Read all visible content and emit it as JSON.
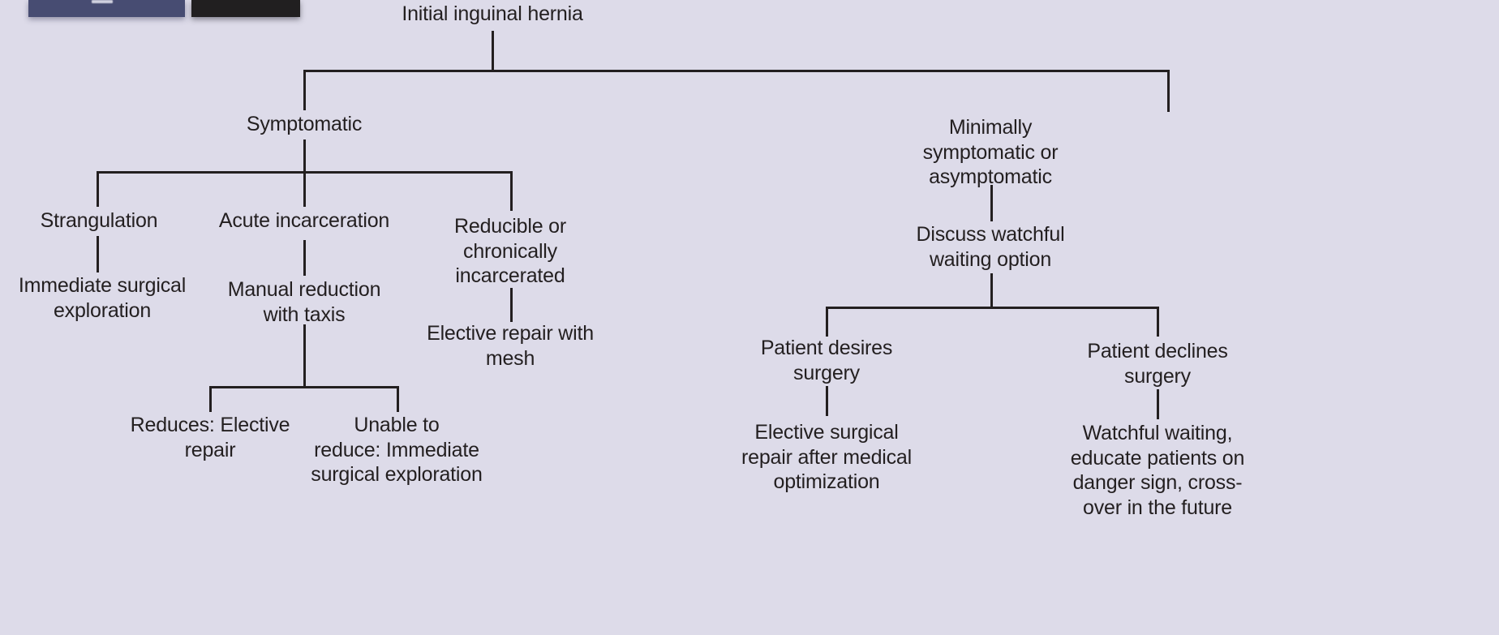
{
  "page": {
    "title": "Initial inguinal hernia management algorithm",
    "background_color": "#dddbe9",
    "line_color": "#231f20",
    "text_color": "#231f20"
  },
  "chrome": {
    "blue_bar": "",
    "dark_bar": "",
    "blue_color": "#474c72",
    "dark_color": "#211f20"
  },
  "chart_data": {
    "type": "diagram",
    "diagram_kind": "flowchart",
    "orientation": "top-down",
    "title": "Initial inguinal hernia",
    "nodes": [
      {
        "id": "root",
        "label": "Initial inguinal hernia"
      },
      {
        "id": "symptomatic",
        "label": "Symptomatic"
      },
      {
        "id": "minimal",
        "label": "Minimally\nsymptomatic or\nasymptomatic"
      },
      {
        "id": "strangulation",
        "label": "Strangulation"
      },
      {
        "id": "acute",
        "label": "Acute incarceration"
      },
      {
        "id": "reducible",
        "label": "Reducible or\nchronically\nincarcerated"
      },
      {
        "id": "immediate",
        "label": "Immediate surgical\nexploration"
      },
      {
        "id": "manual",
        "label": "Manual reduction\nwith taxis"
      },
      {
        "id": "elective_mesh",
        "label": "Elective repair with\nmesh"
      },
      {
        "id": "reduces",
        "label": "Reduces: Elective\nrepair"
      },
      {
        "id": "unable",
        "label": "Unable to\nreduce: Immediate\nsurgical exploration"
      },
      {
        "id": "discuss",
        "label": "Discuss watchful\nwaiting option"
      },
      {
        "id": "desires",
        "label": "Patient desires\nsurgery"
      },
      {
        "id": "declines",
        "label": "Patient declines\nsurgery"
      },
      {
        "id": "elective_opt",
        "label": "Elective surgical\nrepair after medical\noptimization"
      },
      {
        "id": "watchful",
        "label": "Watchful waiting,\neducate patients on\ndanger sign, cross-\nover in the future"
      }
    ],
    "edges": [
      {
        "from": "root",
        "to": "symptomatic"
      },
      {
        "from": "root",
        "to": "minimal"
      },
      {
        "from": "symptomatic",
        "to": "strangulation"
      },
      {
        "from": "symptomatic",
        "to": "acute"
      },
      {
        "from": "symptomatic",
        "to": "reducible"
      },
      {
        "from": "strangulation",
        "to": "immediate"
      },
      {
        "from": "acute",
        "to": "manual"
      },
      {
        "from": "reducible",
        "to": "elective_mesh"
      },
      {
        "from": "manual",
        "to": "reduces"
      },
      {
        "from": "manual",
        "to": "unable"
      },
      {
        "from": "minimal",
        "to": "discuss"
      },
      {
        "from": "discuss",
        "to": "desires"
      },
      {
        "from": "discuss",
        "to": "declines"
      },
      {
        "from": "desires",
        "to": "elective_opt"
      },
      {
        "from": "declines",
        "to": "watchful"
      }
    ]
  }
}
